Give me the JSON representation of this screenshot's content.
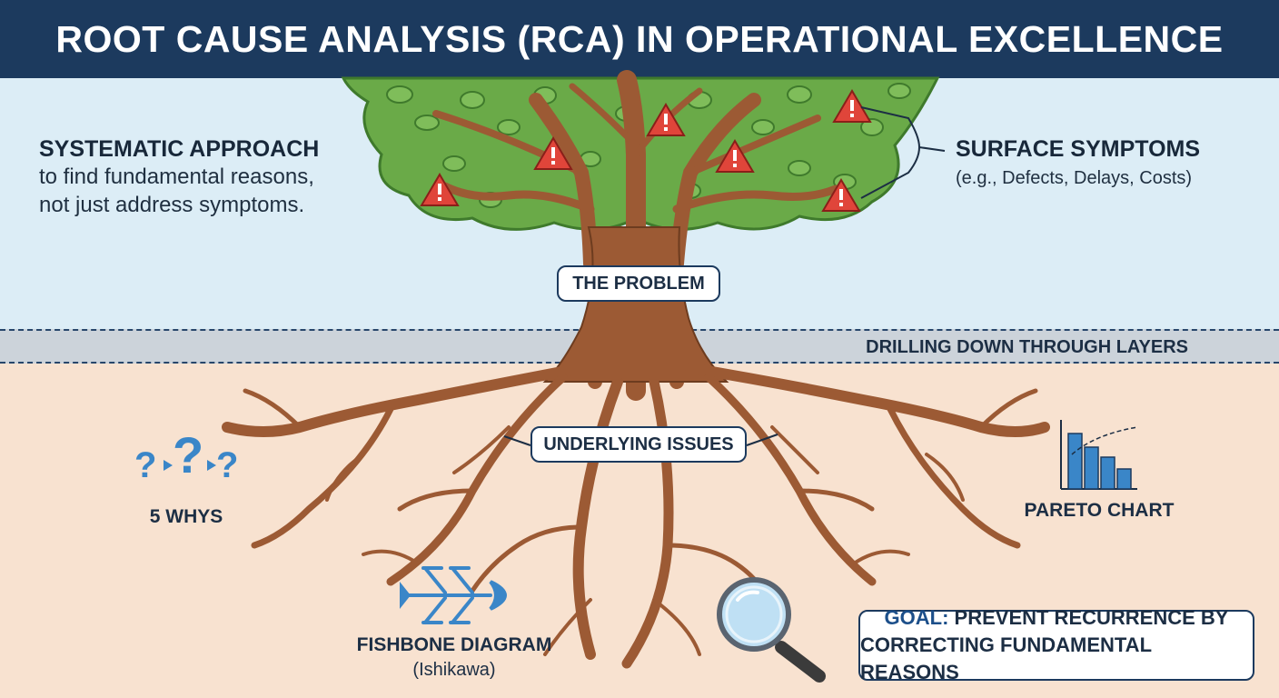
{
  "title": "ROOT CAUSE ANALYSIS (RCA) IN OPERATIONAL EXCELLENCE",
  "intro": {
    "heading": "SYSTEMATIC APPROACH",
    "line1": "to find fundamental reasons,",
    "line2": "not just address symptoms."
  },
  "symptoms": {
    "heading": "SURFACE SYMPTOMS",
    "examples": "(e.g., Defects, Delays, Costs)"
  },
  "labels": {
    "problem": "THE PROBLEM",
    "layers": "DRILLING DOWN THROUGH LAYERS",
    "issues": "UNDERLYING ISSUES"
  },
  "tools": {
    "whys": "5 WHYS",
    "pareto": "PARETO CHART",
    "fishbone": "FISHBONE DIAGRAM",
    "fishbone_sub": "(Ishikawa)"
  },
  "goal": {
    "prefix": "GOAL:",
    "line1": "PREVENT RECURRENCE BY",
    "line2": "CORRECTING FUNDAMENTAL REASONS"
  },
  "colors": {
    "header": "#1c3a5e",
    "sky": "#dcedf6",
    "soil": "#f8e2d0",
    "bark": "#9c5a34",
    "leaves": "#6aaa48",
    "warning": "#e0453a",
    "tool_blue": "#3a86c8"
  },
  "icons": [
    "warning-icon",
    "question-mark-icon",
    "pareto-chart-icon",
    "fishbone-icon",
    "magnifying-glass-icon"
  ]
}
